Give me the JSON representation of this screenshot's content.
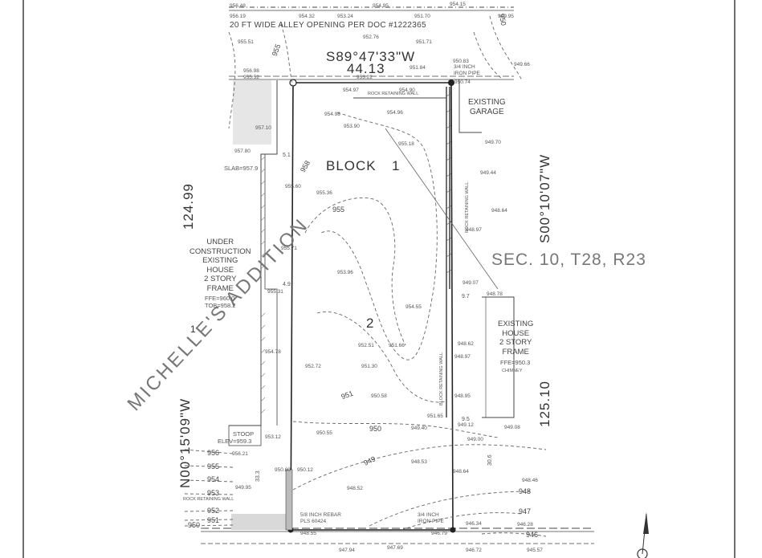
{
  "header": {
    "alley_note": "20 FT WIDE ALLEY OPENING PER DOC #1222365"
  },
  "bearings": {
    "north_bearing": "S89°47'33\"W",
    "north_distance": "44.13",
    "east_bearing": "S00°10'07\"W",
    "east_distance": "125.10",
    "west_bearing": "N00°15'09\"W",
    "west_distance": "124.99"
  },
  "labels": {
    "block": "BLOCK",
    "block_number": "1",
    "lot_number": "2",
    "left_lot_number": "1",
    "addition": "MICHELLE'S  ADDITION",
    "section": "SEC. 10, T28, R23",
    "existing_garage": [
      "EXISTING",
      "GARAGE"
    ],
    "left_house": [
      "UNDER",
      "CONSTRUCTION",
      "EXISTING",
      "HOUSE",
      "2 STORY",
      "FRAME"
    ],
    "left_house_ffe": "FFE=960.0",
    "left_house_tob": "TOB=958.2",
    "right_house": [
      "EXISTING",
      "HOUSE",
      "2 STORY",
      "FRAME"
    ],
    "right_house_ffe": "FFE=950.3",
    "chimney": "CHIMNEY",
    "slab": "SLAB=957.9",
    "stoop": "STOOP",
    "stoop_elev": "ELEV=959.3",
    "iron_pipe": [
      "3/4 INCH",
      "IRON PIPE"
    ],
    "iron_pipe_bottom": [
      "3/4 INCH",
      "IRON PIPE"
    ],
    "rebar": [
      "5/8 INCH REBAR",
      "PLS 60424"
    ],
    "rock_wall_top": "ROCK RETAINING WALL",
    "rock_wall_right": "ROCK RETAINING WALL",
    "block_wall": "BLOCK RETAINING WALL",
    "rock_wall_bottom": "ROCK RETAINING WALL",
    "dim_5_1": "5.1",
    "dim_4_9": "4.9",
    "dim_9_7": "9.7",
    "dim_9_5": "9.5",
    "dim_30_6": "30.6",
    "dim_33_3": "33.3"
  },
  "contours": {
    "c958": "958",
    "c955_top": "955",
    "c955": "955",
    "c951": "951",
    "c950": "950",
    "c950_top": "950",
    "c949": "949",
    "c948": "948",
    "c947": "947",
    "c946": "946",
    "c956": "956",
    "c955_left": "955",
    "c954": "954",
    "c953": "953",
    "c952": "952",
    "c951_left": "951",
    "c950_left": "950"
  },
  "spot_elevations": {
    "e1": "956.48",
    "e2": "954.95",
    "e3": "954.15",
    "e4": "949.95",
    "e5": "956.19",
    "e6": "954.32",
    "e7": "953.24",
    "e8": "951.70",
    "e9": "952.76",
    "e10": "955.51",
    "e11": "951.71",
    "e12": "950.83",
    "e13": "949.66",
    "e14": "956.98",
    "e15": "951.84",
    "e16": "955.52",
    "e17": "953.22",
    "e18": "950.74",
    "e19": "954.97",
    "e20": "954.90",
    "e21": "954.98",
    "e22": "954.96",
    "e23": "953.90",
    "e24": "957.10",
    "e25": "949.70",
    "e26": "955.18",
    "e27": "957.80",
    "e28": "949.44",
    "e29": "955.60",
    "e30": "955.36",
    "e31": "948.64",
    "e32": "948.97",
    "e33": "955.71",
    "e34": "953.96",
    "e35": "955.31",
    "e36": "949.07",
    "e37": "948.78",
    "e38": "954.55",
    "e39": "954.78",
    "e40": "952.51",
    "e41": "951.66",
    "e42": "948.62",
    "e43": "952.72",
    "e44": "951.30",
    "e45": "948.97",
    "e46": "950.58",
    "e47": "948.95",
    "e48": "951.65",
    "e49": "949.12",
    "e50": "949.08",
    "e51": "950.55",
    "e52": "949.40",
    "e53": "949.00",
    "e54": "953.12",
    "e55": "948.53",
    "e56": "948.64",
    "e57": "956.21",
    "e58": "950.12",
    "e59": "948.52",
    "e60": "948.46",
    "e61": "950.80",
    "e62": "949.95",
    "e63": "946.34",
    "e64": "946.28",
    "e65": "948.55",
    "e66": "946.79",
    "e67": "947.94",
    "e68": "947.69",
    "e69": "946.72",
    "e70": "945.57"
  }
}
